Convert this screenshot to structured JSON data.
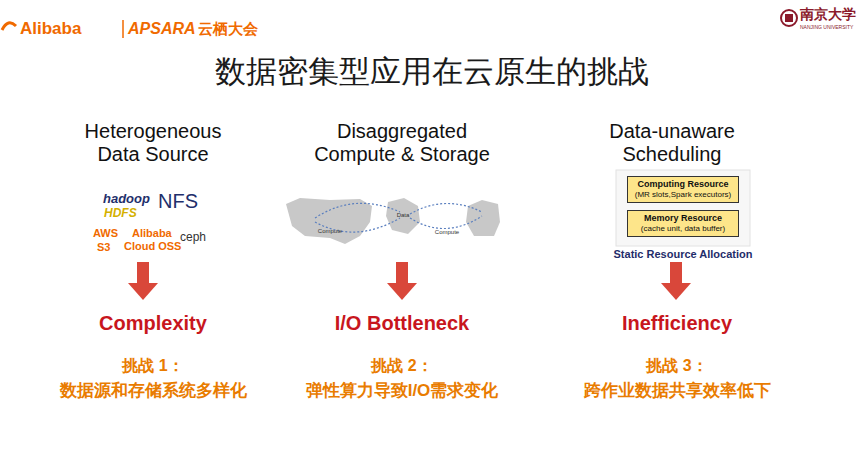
{
  "diagram": {
    "title": "数据密集型应用在云原生的挑战",
    "nodes": [
      {
        "text": [
          "Computing Resource",
          "(MR slots,Spark executors)"
        ]
      },
      {
        "text": [
          "Memory Resource",
          "(cache unit, data buffer)"
        ]
      }
    ],
    "labels": [
      "Alibaba",
      "APSARA",
      "云栖大会",
      "南京大学",
      "NANJING UNIVERSITY",
      "Heterogeneous Data Source",
      "Disaggregated Compute & Storage",
      "Data-unaware Scheduling",
      "hadoop",
      "HDFS",
      "NFS",
      "AWS",
      "S3",
      "Alibaba",
      "Cloud OSS",
      "ceph",
      "Compute",
      "Data",
      "Compute",
      "Static Resource Allocation",
      "Complexity",
      "I/O Bottleneck",
      "Inefficiency",
      "挑战 1：",
      "数据源和存储系统多样化",
      "挑战 2：",
      "弹性算力导致I/O需求变化",
      "挑战 3：",
      "跨作业数据共享效率低下"
    ]
  }
}
